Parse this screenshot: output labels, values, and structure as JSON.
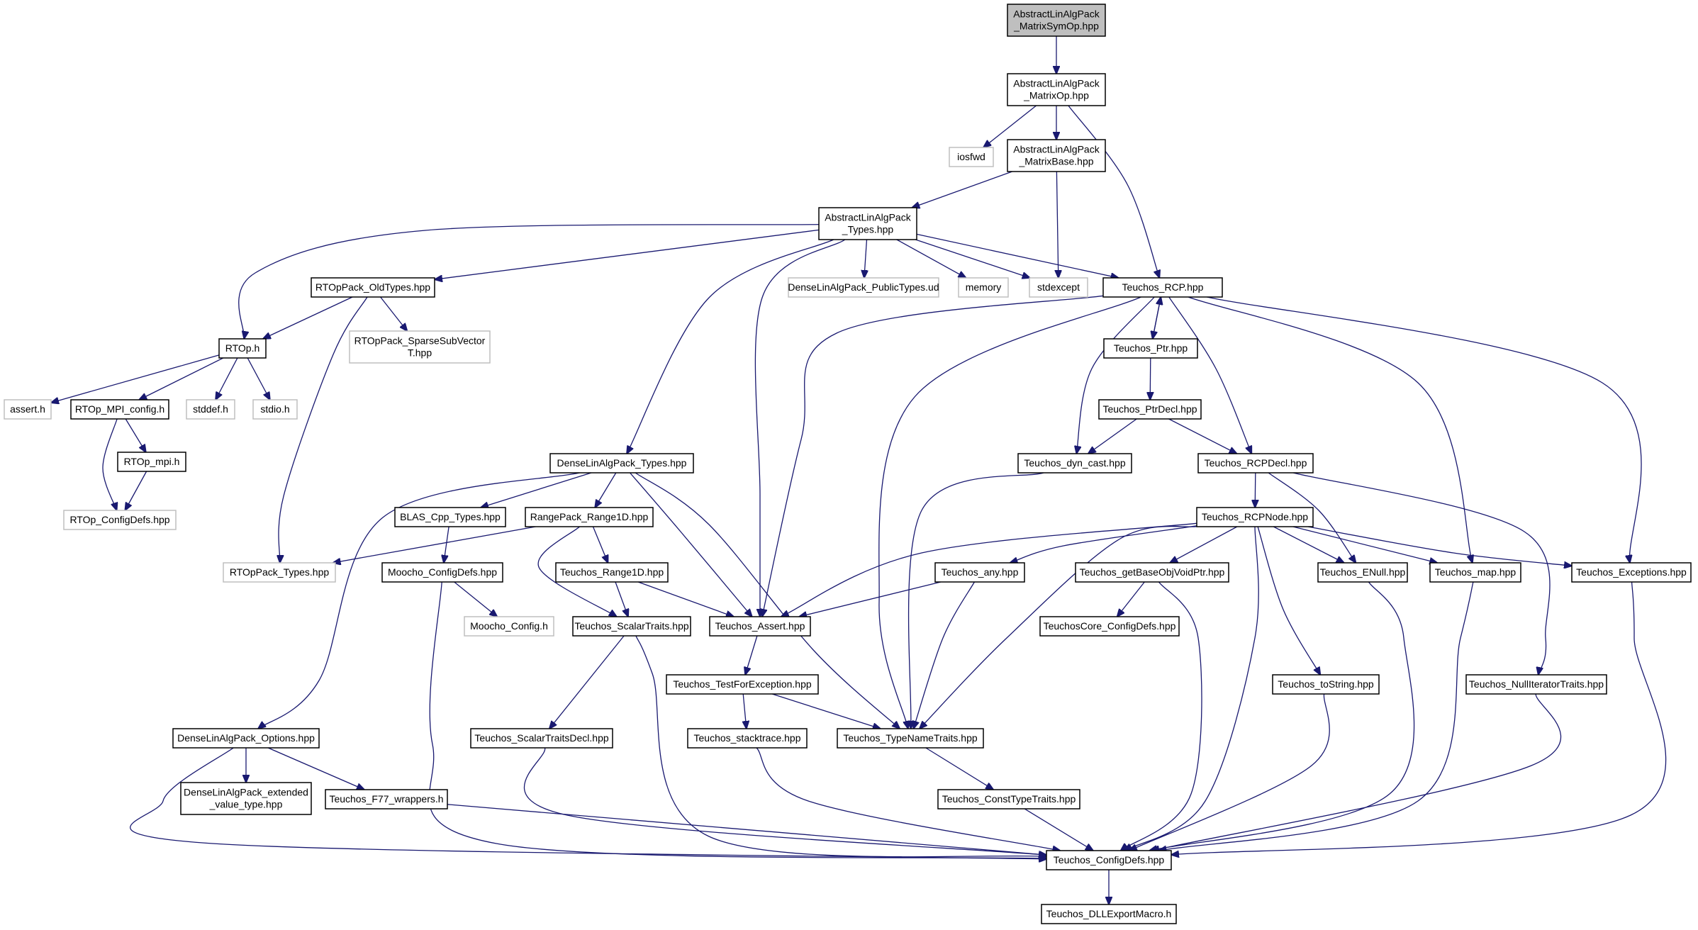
{
  "graph": {
    "title": "",
    "colors": {
      "edge": "#191970",
      "root_fill": "#bfbfbf",
      "node_border": "#000000",
      "external_border": "#bfbfbf",
      "background": "#ffffff"
    },
    "nodes": [
      {
        "id": "root",
        "lines": [
          "AbstractLinAlgPack",
          "_MatrixSymOp.hpp"
        ],
        "kind": "root"
      },
      {
        "id": "matrixop",
        "lines": [
          "AbstractLinAlgPack",
          "_MatrixOp.hpp"
        ],
        "kind": "file"
      },
      {
        "id": "iosfwd",
        "lines": [
          "iosfwd"
        ],
        "kind": "external"
      },
      {
        "id": "matrixbase",
        "lines": [
          "AbstractLinAlgPack",
          "_MatrixBase.hpp"
        ],
        "kind": "file"
      },
      {
        "id": "alptypes",
        "lines": [
          "AbstractLinAlgPack",
          "_Types.hpp"
        ],
        "kind": "file"
      },
      {
        "id": "rtoppack_old",
        "lines": [
          "RTOpPack_OldTypes.hpp"
        ],
        "kind": "file"
      },
      {
        "id": "dlapublic",
        "lines": [
          "DenseLinAlgPack_PublicTypes.ud"
        ],
        "kind": "external"
      },
      {
        "id": "memory",
        "lines": [
          "memory"
        ],
        "kind": "external"
      },
      {
        "id": "stdexcept",
        "lines": [
          "stdexcept"
        ],
        "kind": "external"
      },
      {
        "id": "rcp",
        "lines": [
          "Teuchos_RCP.hpp"
        ],
        "kind": "file"
      },
      {
        "id": "rtoph",
        "lines": [
          "RTOp.h"
        ],
        "kind": "file"
      },
      {
        "id": "sparsesub",
        "lines": [
          "RTOpPack_SparseSubVector",
          "T.hpp"
        ],
        "kind": "external"
      },
      {
        "id": "ptr",
        "lines": [
          "Teuchos_Ptr.hpp"
        ],
        "kind": "file"
      },
      {
        "id": "asserth",
        "lines": [
          "assert.h"
        ],
        "kind": "external"
      },
      {
        "id": "mpiconfig",
        "lines": [
          "RTOp_MPI_config.h"
        ],
        "kind": "file"
      },
      {
        "id": "stddef",
        "lines": [
          "stddef.h"
        ],
        "kind": "external"
      },
      {
        "id": "stdio",
        "lines": [
          "stdio.h"
        ],
        "kind": "external"
      },
      {
        "id": "ptrdecl",
        "lines": [
          "Teuchos_PtrDecl.hpp"
        ],
        "kind": "file"
      },
      {
        "id": "rtopmpi",
        "lines": [
          "RTOp_mpi.h"
        ],
        "kind": "file"
      },
      {
        "id": "dlatypes",
        "lines": [
          "DenseLinAlgPack_Types.hpp"
        ],
        "kind": "file"
      },
      {
        "id": "dyncast",
        "lines": [
          "Teuchos_dyn_cast.hpp"
        ],
        "kind": "file"
      },
      {
        "id": "rcpdecl",
        "lines": [
          "Teuchos_RCPDecl.hpp"
        ],
        "kind": "file"
      },
      {
        "id": "rtopconfig",
        "lines": [
          "RTOp_ConfigDefs.hpp"
        ],
        "kind": "external"
      },
      {
        "id": "blascpp",
        "lines": [
          "BLAS_Cpp_Types.hpp"
        ],
        "kind": "file"
      },
      {
        "id": "range1dpack",
        "lines": [
          "RangePack_Range1D.hpp"
        ],
        "kind": "file"
      },
      {
        "id": "rcpnode",
        "lines": [
          "Teuchos_RCPNode.hpp"
        ],
        "kind": "file"
      },
      {
        "id": "rtoppacktypes",
        "lines": [
          "RTOpPack_Types.hpp"
        ],
        "kind": "external"
      },
      {
        "id": "moochoconfigdefs",
        "lines": [
          "Moocho_ConfigDefs.hpp"
        ],
        "kind": "file"
      },
      {
        "id": "trange1d",
        "lines": [
          "Teuchos_Range1D.hpp"
        ],
        "kind": "file"
      },
      {
        "id": "tany",
        "lines": [
          "Teuchos_any.hpp"
        ],
        "kind": "file"
      },
      {
        "id": "getbase",
        "lines": [
          "Teuchos_getBaseObjVoidPtr.hpp"
        ],
        "kind": "file"
      },
      {
        "id": "enull",
        "lines": [
          "Teuchos_ENull.hpp"
        ],
        "kind": "file"
      },
      {
        "id": "tmap",
        "lines": [
          "Teuchos_map.hpp"
        ],
        "kind": "file"
      },
      {
        "id": "texceptions",
        "lines": [
          "Teuchos_Exceptions.hpp"
        ],
        "kind": "file"
      },
      {
        "id": "moochoconfig",
        "lines": [
          "Moocho_Config.h"
        ],
        "kind": "external"
      },
      {
        "id": "scalartraits",
        "lines": [
          "Teuchos_ScalarTraits.hpp"
        ],
        "kind": "file"
      },
      {
        "id": "tassert",
        "lines": [
          "Teuchos_Assert.hpp"
        ],
        "kind": "file"
      },
      {
        "id": "coreconfig",
        "lines": [
          "TeuchosCore_ConfigDefs.hpp"
        ],
        "kind": "file"
      },
      {
        "id": "testforexc",
        "lines": [
          "Teuchos_TestForException.hpp"
        ],
        "kind": "file"
      },
      {
        "id": "tostring",
        "lines": [
          "Teuchos_toString.hpp"
        ],
        "kind": "file"
      },
      {
        "id": "nulliter",
        "lines": [
          "Teuchos_NullIteratorTraits.hpp"
        ],
        "kind": "file"
      },
      {
        "id": "dlaoptions",
        "lines": [
          "DenseLinAlgPack_Options.hpp"
        ],
        "kind": "file"
      },
      {
        "id": "scalartraitsdecl",
        "lines": [
          "Teuchos_ScalarTraitsDecl.hpp"
        ],
        "kind": "file"
      },
      {
        "id": "stacktrace",
        "lines": [
          "Teuchos_stacktrace.hpp"
        ],
        "kind": "file"
      },
      {
        "id": "typenametraits",
        "lines": [
          "Teuchos_TypeNameTraits.hpp"
        ],
        "kind": "file"
      },
      {
        "id": "dlaextended",
        "lines": [
          "DenseLinAlgPack_extended",
          "_value_type.hpp"
        ],
        "kind": "file"
      },
      {
        "id": "f77",
        "lines": [
          "Teuchos_F77_wrappers.h"
        ],
        "kind": "file"
      },
      {
        "id": "consttypetraits",
        "lines": [
          "Teuchos_ConstTypeTraits.hpp"
        ],
        "kind": "file"
      },
      {
        "id": "configdefs",
        "lines": [
          "Teuchos_ConfigDefs.hpp"
        ],
        "kind": "file"
      },
      {
        "id": "dllexport",
        "lines": [
          "Teuchos_DLLExportMacro.h"
        ],
        "kind": "file"
      }
    ]
  }
}
